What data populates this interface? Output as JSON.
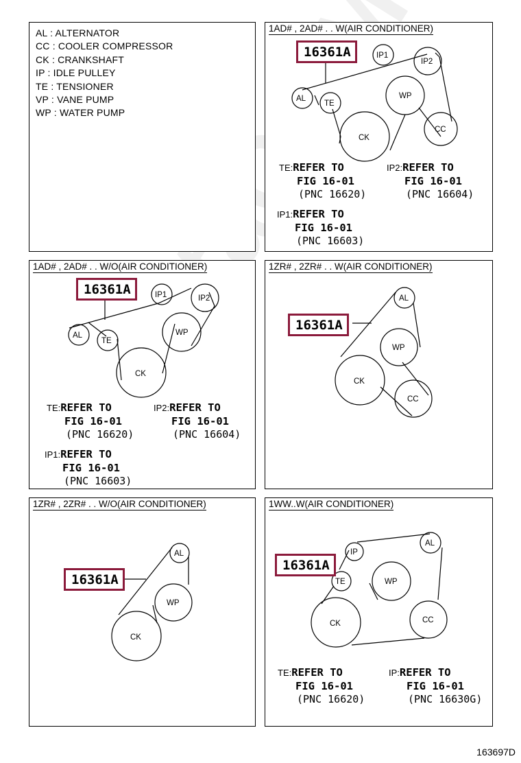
{
  "legend": {
    "items": [
      "AL : ALTERNATOR",
      "CC : COOLER COMPRESSOR",
      "CK : CRANKSHAFT",
      "IP : IDLE PULLEY",
      "TE : TENSIONER",
      "VP : VANE PUMP",
      "WP : WATER PUMP"
    ]
  },
  "panels": [
    {
      "title": "1AD# , 2AD# . . W(AIR CONDITIONER)",
      "part_number": "16361A",
      "pulleys": [
        "AL",
        "TE",
        "CK",
        "WP",
        "IP1",
        "IP2",
        "CC"
      ],
      "notes": [
        {
          "code": "TE:",
          "line1": "REFER TO",
          "line2": "FIG 16-01",
          "line3": "(PNC 16620)"
        },
        {
          "code": "IP2:",
          "line1": "REFER TO",
          "line2": "FIG 16-01",
          "line3": "(PNC 16604)"
        },
        {
          "code": "IP1:",
          "line1": "REFER TO",
          "line2": "FIG 16-01",
          "line3": "(PNC 16603)"
        }
      ]
    },
    {
      "title": "1AD# , 2AD# . . W/O(AIR CONDITIONER)",
      "part_number": "16361A",
      "pulleys": [
        "AL",
        "TE",
        "CK",
        "WP",
        "IP1",
        "IP2"
      ],
      "notes": [
        {
          "code": "TE:",
          "line1": "REFER TO",
          "line2": "FIG 16-01",
          "line3": "(PNC 16620)"
        },
        {
          "code": "IP2:",
          "line1": "REFER TO",
          "line2": "FIG 16-01",
          "line3": "(PNC 16604)"
        },
        {
          "code": "IP1:",
          "line1": "REFER TO",
          "line2": "FIG 16-01",
          "line3": "(PNC 16603)"
        }
      ]
    },
    {
      "title": "1ZR# , 2ZR# . . W(AIR CONDITIONER)",
      "part_number": "16361A",
      "pulleys": [
        "AL",
        "WP",
        "CK",
        "CC"
      ],
      "notes": []
    },
    {
      "title": "1ZR# , 2ZR# . . W/O(AIR CONDITIONER)",
      "part_number": "16361A",
      "pulleys": [
        "AL",
        "WP",
        "CK"
      ],
      "notes": []
    },
    {
      "title": "1WW..W(AIR CONDITIONER)",
      "part_number": "16361A",
      "pulleys": [
        "IP",
        "AL",
        "TE",
        "WP",
        "CK",
        "CC"
      ],
      "notes": [
        {
          "code": "TE:",
          "line1": "REFER TO",
          "line2": "FIG 16-01",
          "line3": "(PNC 16620)"
        },
        {
          "code": "IP:",
          "line1": "REFER TO",
          "line2": "FIG 16-01",
          "line3": "(PNC 16630G)"
        }
      ]
    }
  ],
  "watermark": "ToyotaCarMine.ru",
  "figure_id": "163697D",
  "colors": {
    "highlight": "#8b1a3b",
    "line": "#000000"
  }
}
